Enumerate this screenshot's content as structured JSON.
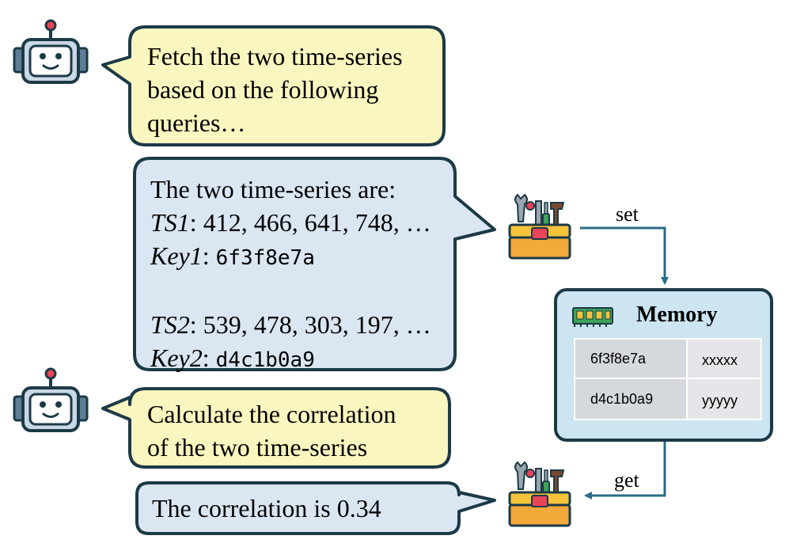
{
  "agent_msg1": {
    "lines": [
      "Fetch the two time-series",
      "based on the following",
      "queries…"
    ]
  },
  "tool_msg": {
    "line1": "The two time-series are:",
    "ts1_label": "TS1",
    "ts1_values": ": 412, 466, 641, 748, …",
    "key1_label": "Key1",
    "key1_sep": ": ",
    "key1_value": "6f3f8e7a",
    "ts2_label": "TS2",
    "ts2_values": ": 539, 478, 303, 197, …",
    "key2_label": "Key2",
    "key2_sep": ": ",
    "key2_value": "d4c1b0a9"
  },
  "agent_msg2": {
    "lines": [
      "Calculate the correlation",
      "of the two time-series"
    ]
  },
  "tool_msg2": {
    "text": "The correlation is 0.34"
  },
  "arrows": {
    "set_label": "set",
    "get_label": "get"
  },
  "memory": {
    "title": "Memory",
    "rows": [
      {
        "key": "6f3f8e7a",
        "value": "xxxxx"
      },
      {
        "key": "d4c1b0a9",
        "value": "yyyyy"
      }
    ]
  },
  "colors": {
    "agent_bubble": "#faf6bf",
    "tool_bubble": "#dbe6f3",
    "memory_bg": "#cde4f1",
    "table_key_bg": "#d5d9de",
    "table_val_bg": "#e4e6e9",
    "outline": "#1c3a46",
    "arrow": "#2a6c85"
  }
}
